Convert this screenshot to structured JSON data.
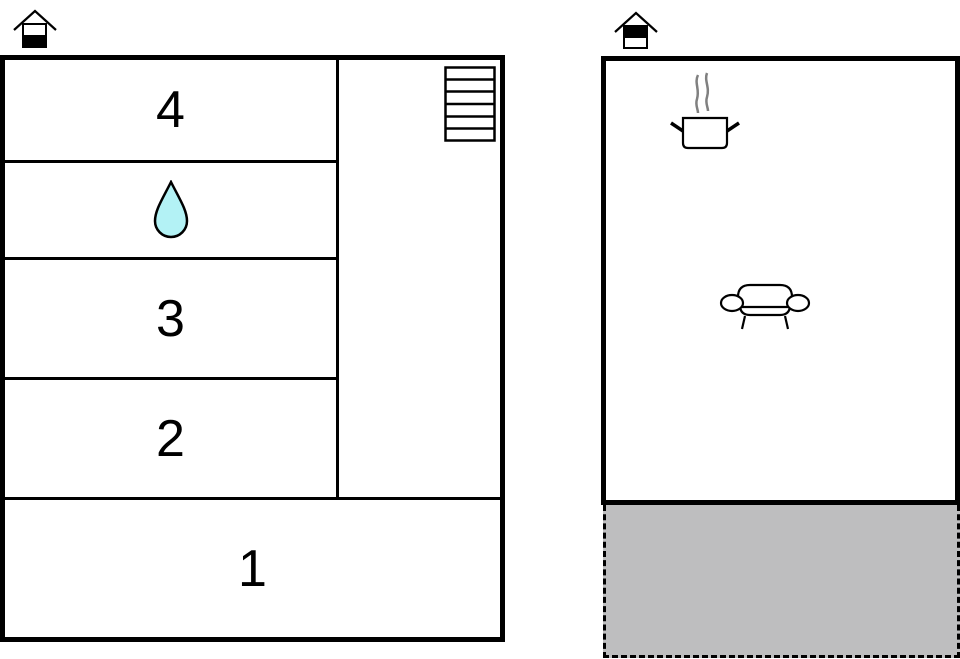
{
  "floors": [
    {
      "id": "ground-floor",
      "level_icon": "house-ground-floor-icon",
      "rooms": [
        {
          "id": "bedroom-4",
          "label": "4"
        },
        {
          "id": "bathroom",
          "icon": "water-drop-icon"
        },
        {
          "id": "bedroom-3",
          "label": "3"
        },
        {
          "id": "bedroom-2",
          "label": "2"
        },
        {
          "id": "bedroom-1",
          "label": "1"
        },
        {
          "id": "hallway",
          "icon": "stairs-icon"
        }
      ]
    },
    {
      "id": "upper-floor",
      "level_icon": "house-upper-floor-icon",
      "rooms": [
        {
          "id": "living-kitchen",
          "icons": [
            "cooking-pot-icon",
            "sofa-icon"
          ]
        },
        {
          "id": "terrace",
          "style": "dashed-gray"
        }
      ]
    }
  ],
  "colors": {
    "wall": "#000000",
    "water": "#b3f2f5",
    "terrace": "#bebebf",
    "steam": "#808080"
  }
}
